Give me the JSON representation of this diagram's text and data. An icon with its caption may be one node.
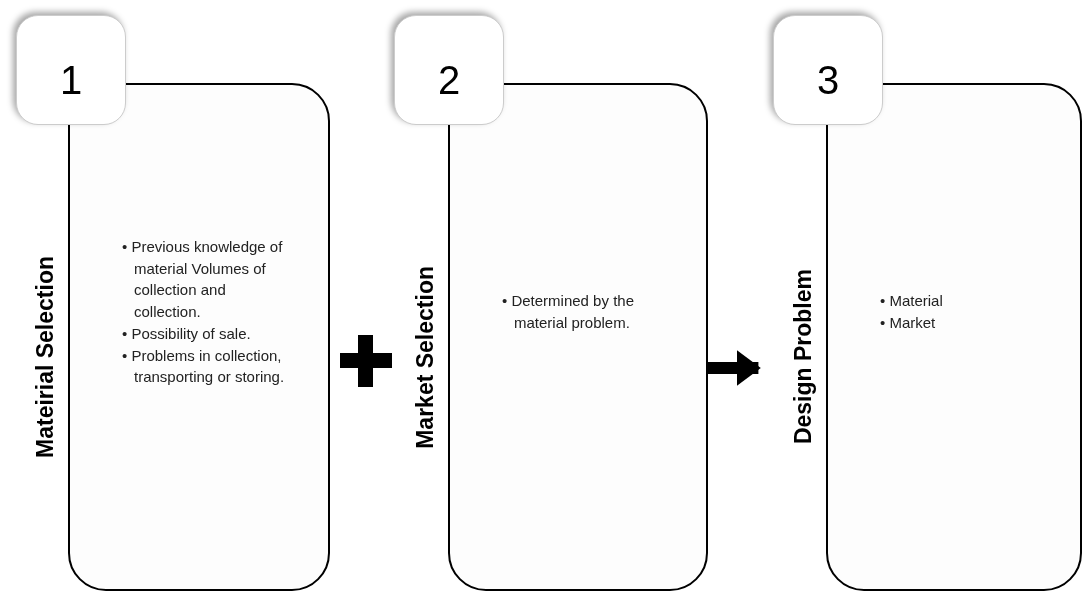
{
  "diagram": {
    "nodes": [
      {
        "text": [
          "1"
        ]
      },
      {
        "text": [
          "Mateirial Selection",
          "• Previous knowledge of material Volumes of collection and collection.",
          "• Possibility of sale.",
          "• Problems in collection, transporting or storing."
        ]
      },
      {
        "text": [
          "2"
        ]
      },
      {
        "text": [
          "Market Selection",
          "• Determined by the material problem."
        ]
      },
      {
        "text": [
          "3"
        ]
      },
      {
        "text": [
          "Design Problem",
          "• Material",
          "• Market"
        ]
      }
    ],
    "edges": [
      {
        "from": 3,
        "to": 5,
        "arrow": "to"
      }
    ]
  }
}
